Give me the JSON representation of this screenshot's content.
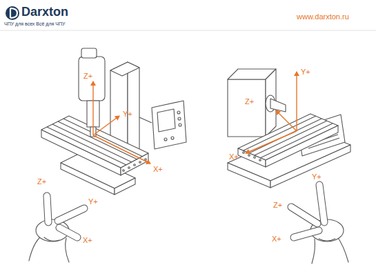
{
  "diagram": {
    "labels": [
      "Darxton",
      "ЧПУ для всех  Всё для ЧПУ",
      "www.darxton.ru",
      "Z+",
      "Y+",
      "X+",
      "Y+",
      "Z+",
      "X+",
      "Z+",
      "Y+",
      "X+",
      "Y+",
      "Z+",
      "X+"
    ]
  }
}
